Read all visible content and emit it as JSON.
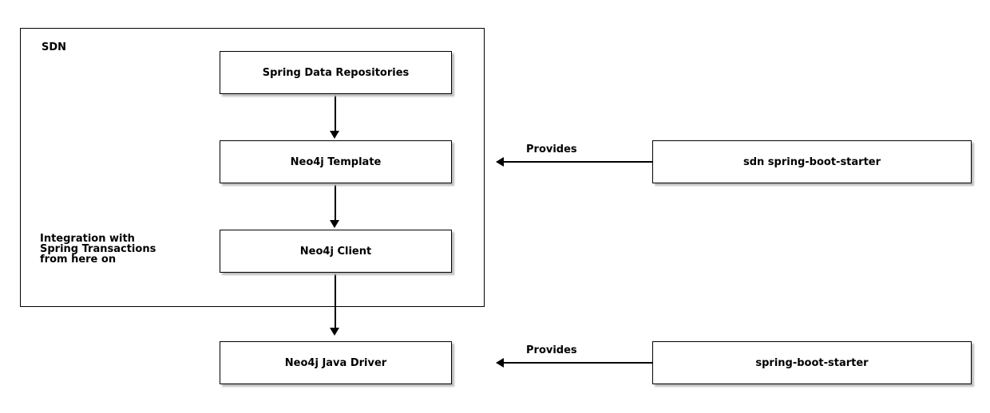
{
  "group": {
    "label": "SDN"
  },
  "nodes": {
    "repositories": "Spring Data Repositories",
    "template": "Neo4j Template",
    "client": "Neo4j Client",
    "driver": "Neo4j Java Driver",
    "sdn_starter": "sdn spring-boot-starter",
    "boot_starter": "spring-boot-starter"
  },
  "labels": {
    "provides_template": "Provides",
    "provides_driver": "Provides",
    "note": [
      "Integration with",
      "Spring Transactions",
      "from here on"
    ]
  },
  "colors": {
    "border": "#000000",
    "fill": "#ffffff",
    "shadow": "#bcbcbc",
    "background": "#ffffff"
  }
}
